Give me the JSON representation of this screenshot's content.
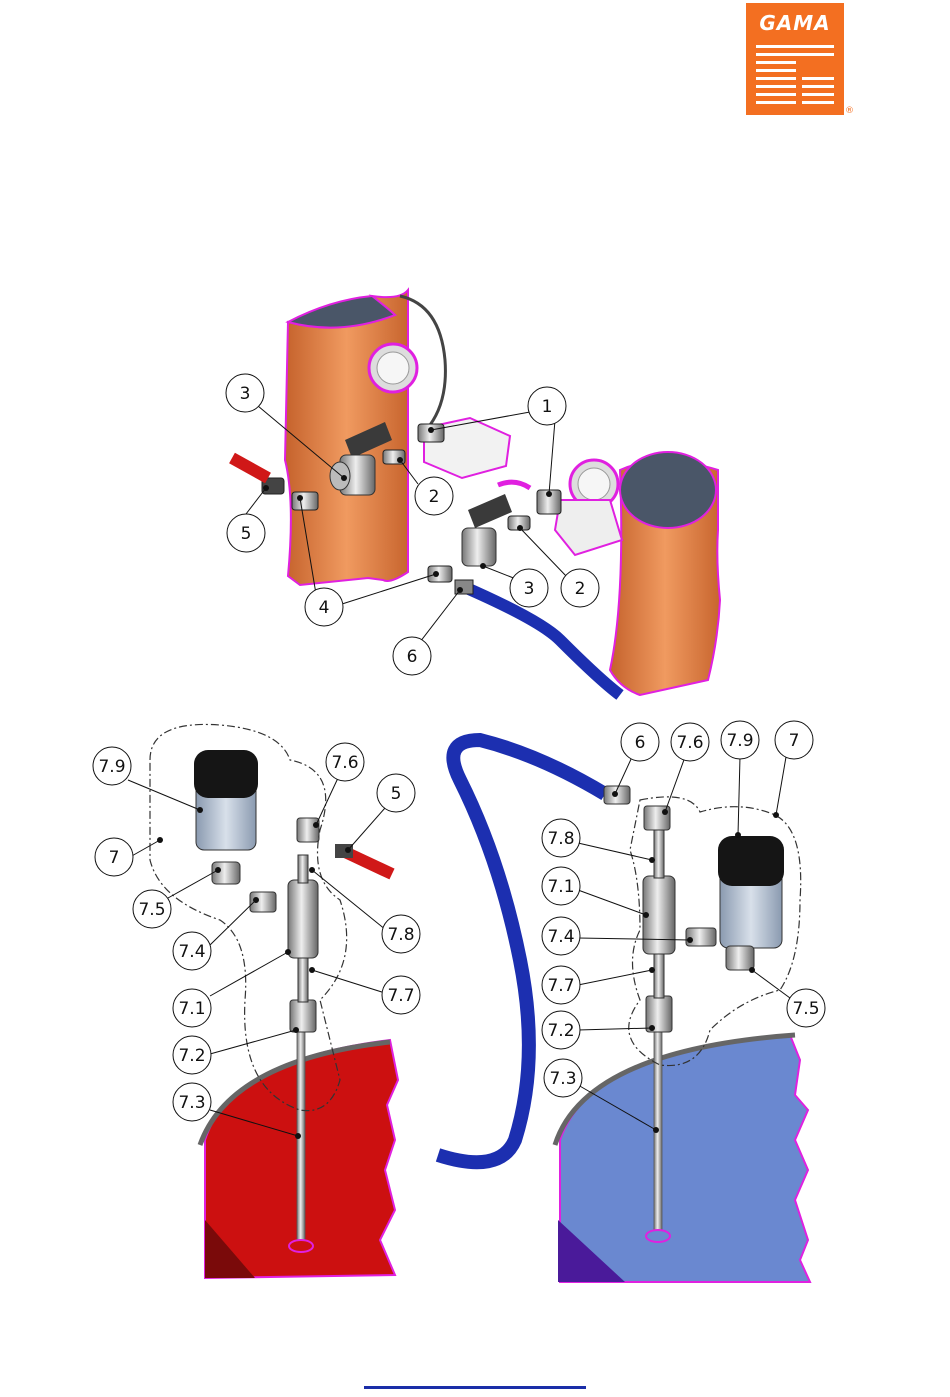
{
  "logo": {
    "text": "GAMA",
    "registered": "®"
  },
  "diagram": {
    "top_callouts": [
      "3",
      "1",
      "2",
      "5",
      "4",
      "3",
      "2",
      "6"
    ],
    "left_callouts": [
      "7.9",
      "7.6",
      "5",
      "7",
      "7.5",
      "7.4",
      "7.8",
      "7.1",
      "7.7",
      "7.2",
      "7.3"
    ],
    "right_callouts": [
      "6",
      "7.6",
      "7.9",
      "7",
      "7.8",
      "7.1",
      "7.4",
      "7.7",
      "7.5",
      "7.2",
      "7.3"
    ]
  },
  "colors": {
    "orange_column": "#e07a3f",
    "magenta_outline": "#e020e0",
    "blue_hose": "#1c2fb0",
    "red_drum": "#cc1010",
    "blue_drum": "#6a88d0",
    "red_hose": "#d01818"
  }
}
